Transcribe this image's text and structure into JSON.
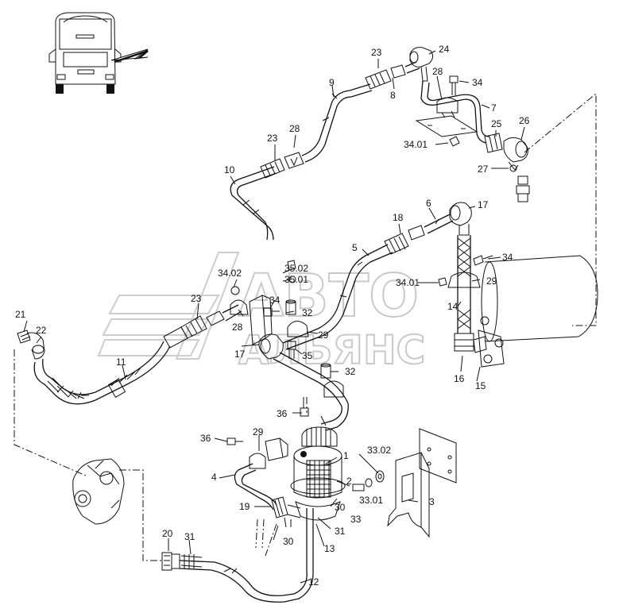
{
  "watermark": {
    "line1": "АВТО",
    "line2": "АЛЬЯНС"
  },
  "callouts": {
    "c1": "1",
    "c2": "2",
    "c3": "3",
    "c4": "4",
    "c5": "5",
    "c6": "6",
    "c7": "7",
    "c8": "8",
    "c9": "9",
    "c10": "10",
    "c11": "11",
    "c12": "12",
    "c13": "13",
    "c14": "14",
    "c15": "15",
    "c16": "16",
    "c17": "17",
    "c18": "18",
    "c19": "19",
    "c20": "20",
    "c21": "21",
    "c22": "22",
    "c23": "23",
    "c24": "24",
    "c25": "25",
    "c26": "26",
    "c27": "27",
    "c28": "28",
    "c29": "29",
    "c30": "30",
    "c31": "31",
    "c32": "32",
    "c33": "33",
    "c34": "34",
    "c35": "35",
    "c36": "36",
    "c33_01": "33.01",
    "c33_02": "33.02",
    "c34_01": "34.01",
    "c34_02": "34.02",
    "c35_01": "35.01",
    "c35_02": "35.02"
  },
  "vehicle_icon": "bus-rear-view-icon"
}
